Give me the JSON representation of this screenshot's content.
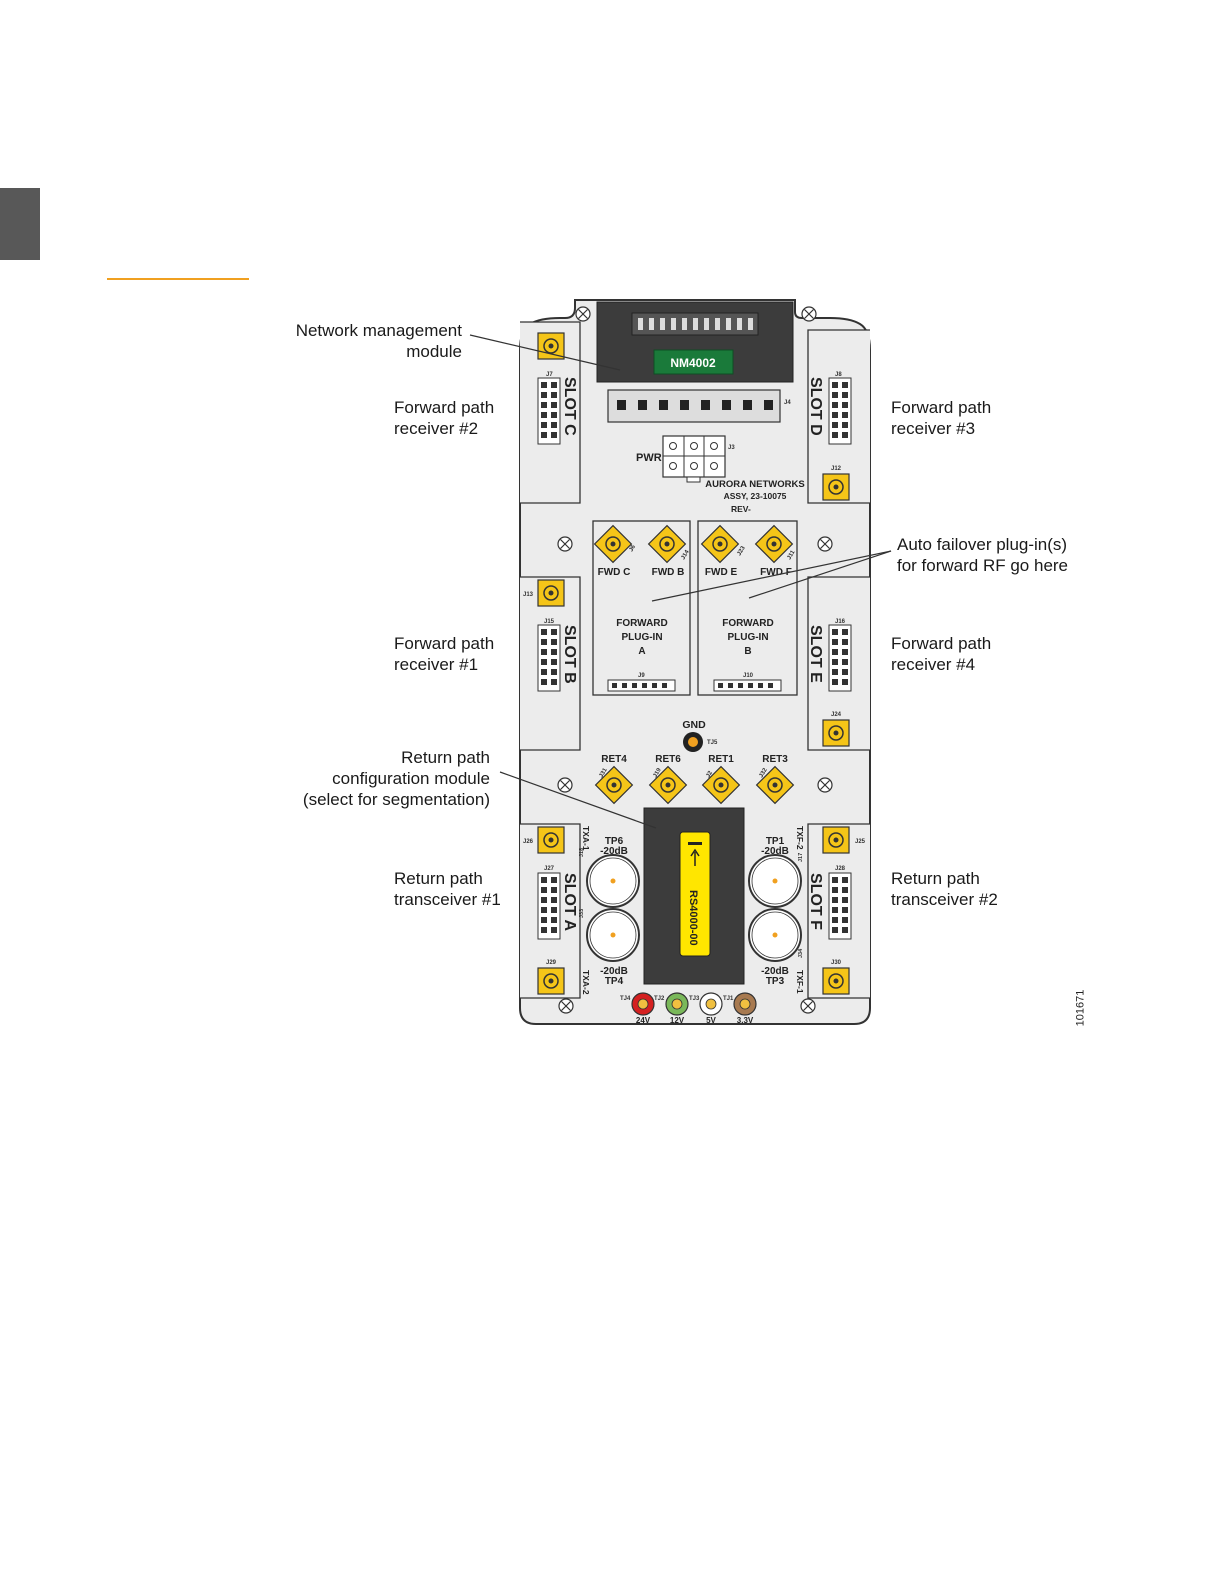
{
  "callouts": {
    "network_management": [
      "Network management",
      "module"
    ],
    "fwd_receiver_2": [
      "Forward path",
      "receiver #2"
    ],
    "fwd_receiver_3": [
      "Forward path",
      "receiver #3"
    ],
    "auto_failover": [
      "Auto failover plug-in(s)",
      "for forward RF go here"
    ],
    "fwd_receiver_1": [
      "Forward path",
      "receiver #1"
    ],
    "fwd_receiver_4": [
      "Forward path",
      "receiver #4"
    ],
    "return_config": [
      "Return path",
      "configuration module",
      "(select for segmentation)"
    ],
    "ret_transceiver_1": [
      "Return path",
      "transceiver #1"
    ],
    "ret_transceiver_2": [
      "Return path",
      "transceiver #2"
    ]
  },
  "board": {
    "nm_module_label": "NM4002",
    "j4": "J4",
    "j3": "J3",
    "pwr": "PWR",
    "maker": "AURORA NETWORKS",
    "assy": "ASSY, 23-10075",
    "rev": "REV-",
    "slots": {
      "c": "SLOT C",
      "d": "SLOT D",
      "b": "SLOT B",
      "e": "SLOT E",
      "a": "SLOT A",
      "f": "SLOT F"
    },
    "jacks": {
      "j7": "J7",
      "j8": "J8",
      "j12": "J12",
      "j13": "J13",
      "j15": "J15",
      "j16": "J16",
      "j24": "J24",
      "j26": "J26",
      "j25": "J25",
      "j27": "J27",
      "j28": "J28",
      "j29": "J29",
      "j30": "J30",
      "j9": "J9",
      "j10": "J10",
      "j18": "J18",
      "j33": "J33",
      "j17": "J17",
      "j34": "J34"
    },
    "fwd_ports": [
      {
        "label": "FWD C",
        "jack": "J6"
      },
      {
        "label": "FWD B",
        "jack": "J14"
      },
      {
        "label": "FWD E",
        "jack": "J23"
      },
      {
        "label": "FWD F",
        "jack": "J11"
      }
    ],
    "plugin_a": [
      "FORWARD",
      "PLUG-IN",
      "A"
    ],
    "plugin_b": [
      "FORWARD",
      "PLUG-IN",
      "B"
    ],
    "gnd": "GND",
    "tj5": "TJ5",
    "ret_ports": [
      {
        "label": "RET4",
        "jack": "J31"
      },
      {
        "label": "RET6",
        "jack": "J19"
      },
      {
        "label": "RET1",
        "jack": "J2"
      },
      {
        "label": "RET3",
        "jack": "J32"
      }
    ],
    "txa1": "TXA-1",
    "txa2": "TXA-2",
    "txf2": "TXF-2",
    "txf1": "TXF-1",
    "tp6": [
      "TP6",
      "-20dB"
    ],
    "tp1": [
      "TP1",
      "-20dB"
    ],
    "tp4": [
      "-20dB",
      "TP4"
    ],
    "tp3": [
      "-20dB",
      "TP3"
    ],
    "rs_module": "RS4000-00",
    "power_tests": [
      {
        "tj": "TJ4",
        "label": "24V",
        "color": "#d42020"
      },
      {
        "tj": "TJ2",
        "label": "12V",
        "color": "#7ab85a"
      },
      {
        "tj": "TJ3",
        "label": "5V",
        "color": "#ffffff"
      },
      {
        "tj": "TJ1",
        "label": "3.3V",
        "color": "#a87a50"
      }
    ]
  },
  "figure_number": "101671",
  "colors": {
    "board": "#ececec",
    "outline": "#333333",
    "connector": "#f5c518",
    "module_dark": "#3c3c3c",
    "nm_green": "#1a7a3a",
    "rs_yellow": "#ffe600",
    "accent_rule": "#f0a020"
  }
}
